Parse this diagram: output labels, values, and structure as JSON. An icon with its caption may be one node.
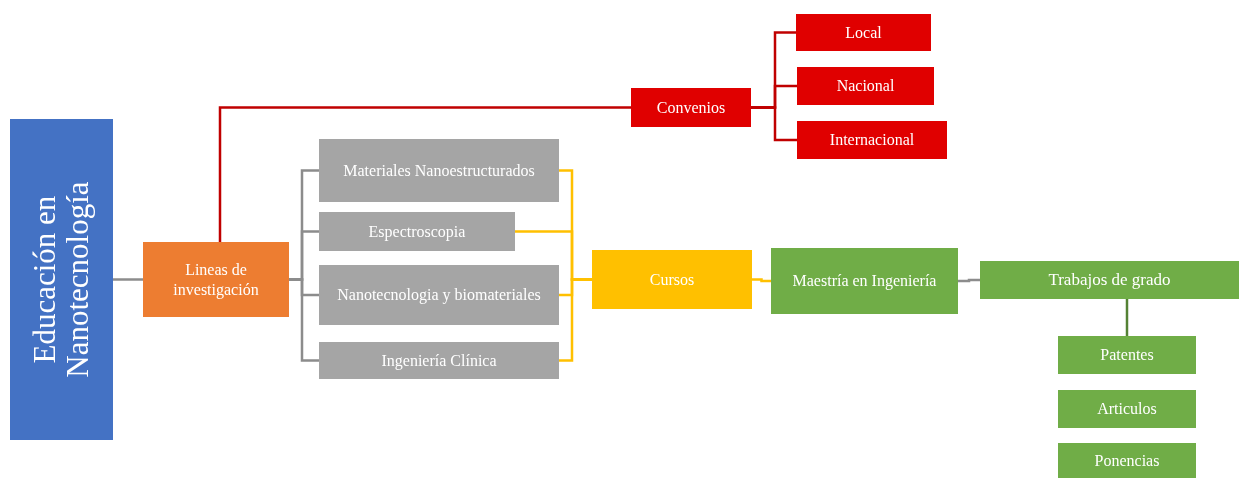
{
  "diagram": {
    "nodes": [
      {
        "text": [
          "Educación en Nanotecnología"
        ]
      },
      {
        "text": [
          "Lineas de investigación"
        ]
      },
      {
        "text": [
          "Convenios"
        ]
      },
      {
        "text": [
          "Local"
        ]
      },
      {
        "text": [
          "Nacional"
        ]
      },
      {
        "text": [
          "Internacional"
        ]
      },
      {
        "text": [
          "Materiales Nanoestructurados"
        ]
      },
      {
        "text": [
          "Espectroscopia"
        ]
      },
      {
        "text": [
          "Nanotecnologia y biomateriales"
        ]
      },
      {
        "text": [
          "Ingeniería Clínica"
        ]
      },
      {
        "text": [
          "Cursos"
        ]
      },
      {
        "text": [
          "Maestría en Ingeniería"
        ]
      },
      {
        "text": [
          "Trabajos de grado"
        ]
      },
      {
        "text": [
          "Patentes"
        ]
      },
      {
        "text": [
          "Articulos"
        ]
      },
      {
        "text": [
          "Ponencias"
        ]
      }
    ],
    "edges": [
      {
        "from": 0,
        "to": 1,
        "arrow": "none"
      },
      {
        "from": 1,
        "to": 2,
        "arrow": "none",
        "color": "#c00000"
      },
      {
        "from": 2,
        "to": 3,
        "arrow": "none",
        "color": "#c00000"
      },
      {
        "from": 2,
        "to": 4,
        "arrow": "none",
        "color": "#c00000"
      },
      {
        "from": 2,
        "to": 5,
        "arrow": "none",
        "color": "#c00000"
      },
      {
        "from": 1,
        "to": 6,
        "arrow": "none"
      },
      {
        "from": 1,
        "to": 7,
        "arrow": "none"
      },
      {
        "from": 1,
        "to": 8,
        "arrow": "none"
      },
      {
        "from": 1,
        "to": 9,
        "arrow": "none"
      },
      {
        "from": 6,
        "to": 10,
        "arrow": "none",
        "color": "#ffc000"
      },
      {
        "from": 7,
        "to": 10,
        "arrow": "none",
        "color": "#ffc000"
      },
      {
        "from": 8,
        "to": 10,
        "arrow": "none",
        "color": "#ffc000"
      },
      {
        "from": 9,
        "to": 10,
        "arrow": "none",
        "color": "#ffc000"
      },
      {
        "from": 10,
        "to": 11,
        "arrow": "none",
        "color": "#ffc000"
      },
      {
        "from": 11,
        "to": 12,
        "arrow": "none"
      },
      {
        "from": 12,
        "to": 13,
        "arrow": "none",
        "color": "#548235"
      }
    ]
  }
}
